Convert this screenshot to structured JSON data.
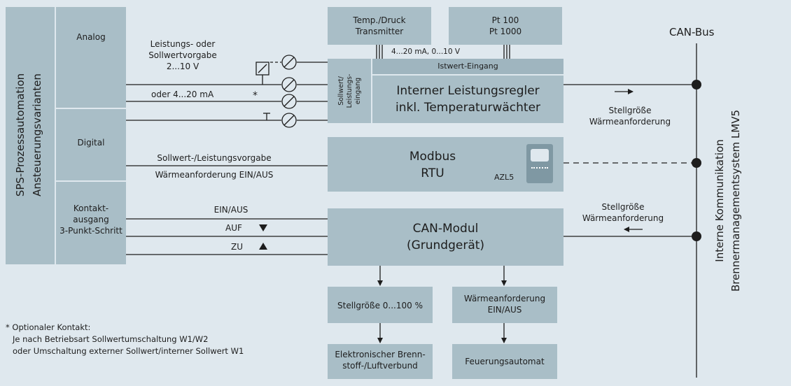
{
  "left_panel": {
    "title_line1": "SPS-Prozessautomation",
    "title_line2": "Ansteuerungsvarianten",
    "analog": "Analog",
    "digital": "Digital",
    "contact_l1": "Kontakt-",
    "contact_l2": "ausgang",
    "contact_l3": "3-Punkt-Schritt"
  },
  "signals": {
    "leistung_l1": "Leistungs- oder",
    "leistung_l2": "Sollwertvorgabe",
    "leistung_l3": "2...10 V",
    "oder_ma": "oder 4...20 mA",
    "asterisk": "*",
    "sollwert_leistung": "Sollwert-/Leistungsvorgabe",
    "waerme_ein_aus": "Wärmeanforderung EIN/AUS",
    "ein_aus": "EIN/AUS",
    "auf": "AUF",
    "zu": "ZU",
    "ma_v": "4...20 mA, 0...10 V"
  },
  "blocks": {
    "temp_l1": "Temp./Druck",
    "temp_l2": "Transmitter",
    "pt_l1": "Pt 100",
    "pt_l2": "Pt 1000",
    "istwert": "Istwert-Eingang",
    "sollwert_in_l1": "Sollwert/",
    "sollwert_in_l2": "Leistungs-",
    "sollwert_in_l3": "eingang",
    "regler_l1": "Interner Leistungsregler",
    "regler_l2": "inkl. Temperaturwächter",
    "modbus_l1": "Modbus",
    "modbus_l2": "RTU",
    "azl5": "AZL5",
    "can_l1": "CAN-Modul",
    "can_l2": "(Grundgerät)",
    "stellgroesse_range": "Stellgröße 0...100 %",
    "waerme_l1": "Wärmeanforderung",
    "waerme_l2": "EIN/AUS",
    "brenn_l1": "Elektronischer Brenn-",
    "brenn_l2": "stoff-/Luftverbund",
    "feuerung": "Feuerungsautomat"
  },
  "right": {
    "can_bus": "CAN-Bus",
    "stell1_l1": "Stellgröße",
    "stell1_l2": "Wärmeanforderung",
    "stell2_l1": "Stellgröße",
    "stell2_l2": "Wärmeanforderung",
    "intern_l1": "Interne Kommunikation",
    "intern_l2": "Brennermanagementsystem LMV5"
  },
  "footnote": {
    "l1": "* Optionaler Kontakt:",
    "l2": "Je nach Betriebsart Sollwertumschaltung W1/W2",
    "l3": "oder Umschaltung externer Sollwert/interner Sollwert W1"
  },
  "colors": {
    "background": "#dfe8ee",
    "block": "#a9bec7",
    "line": "#1d1d1d"
  }
}
